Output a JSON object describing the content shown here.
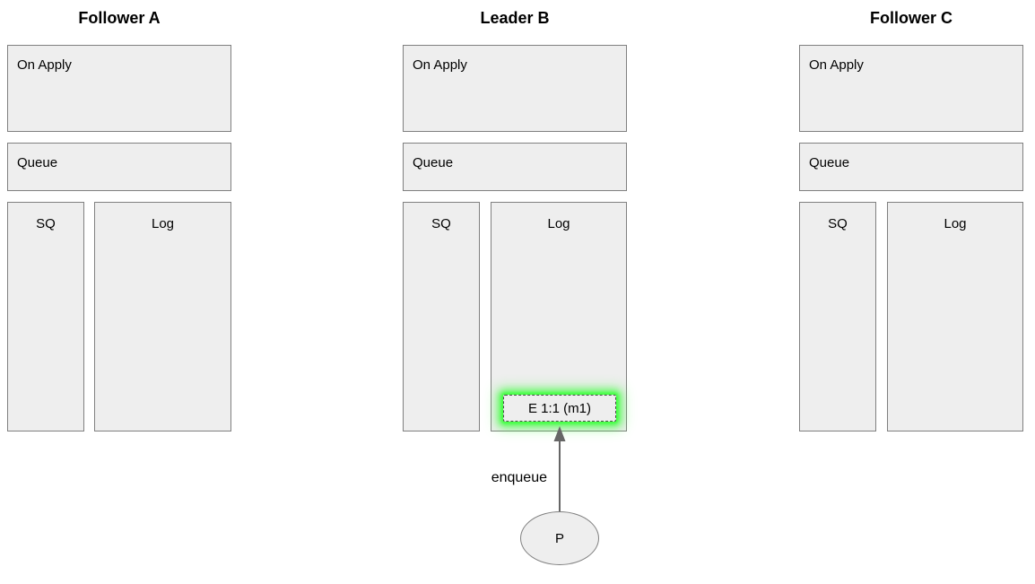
{
  "diagram": {
    "title_font_weight": "bold",
    "colors": {
      "box_fill": "#eeeeee",
      "box_border": "#808080",
      "highlight_glow": "#3cff3c",
      "entry_border": "#4d4d4d",
      "edge_stroke": "#666666",
      "text": "#000000",
      "background": "#ffffff"
    }
  },
  "nodes": [
    {
      "id": "follower-a",
      "title": "Follower A",
      "boxes": {
        "on_apply": "On Apply",
        "queue": "Queue",
        "sq": "SQ",
        "log": "Log"
      },
      "log_entries": []
    },
    {
      "id": "leader-b",
      "title": "Leader B",
      "boxes": {
        "on_apply": "On Apply",
        "queue": "Queue",
        "sq": "SQ",
        "log": "Log"
      },
      "log_entries": [
        {
          "label": "E 1:1 (m1)",
          "highlighted": true
        }
      ]
    },
    {
      "id": "follower-c",
      "title": "Follower C",
      "boxes": {
        "on_apply": "On Apply",
        "queue": "Queue",
        "sq": "SQ",
        "log": "Log"
      },
      "log_entries": []
    }
  ],
  "producer": {
    "label": "P"
  },
  "edges": [
    {
      "id": "enqueue-edge",
      "label": "enqueue",
      "from": "producer",
      "to": "leader-b-log-entry"
    }
  ]
}
